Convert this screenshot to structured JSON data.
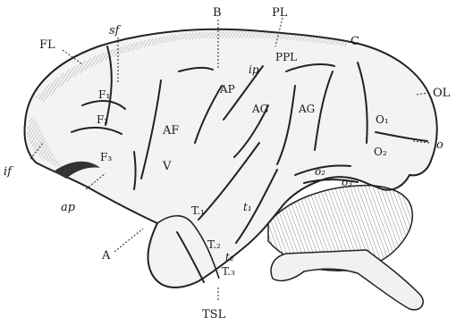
{
  "labels": {
    "FL": "FL",
    "sf": "sf",
    "B": "B",
    "PL": "PL",
    "C": "C",
    "PPL": "PPL",
    "ip": "ip",
    "AP": "AP",
    "AG1": "AG",
    "AG2": "AG",
    "OL": "OL",
    "O1": "O₁",
    "O2": "O₂",
    "o": "o",
    "F1": "F₁",
    "F2": "F₂",
    "F3": "F₃",
    "AF": "AF",
    "V": "V",
    "if": "if",
    "ap": "ap",
    "o2": "o₂",
    "o3": "o₃",
    "T1": "T.₁",
    "t1": "t₁",
    "T2": "T.₂",
    "t2": "t₂",
    "T3": "T.₃",
    "A": "A",
    "TSL": "TSL"
  }
}
